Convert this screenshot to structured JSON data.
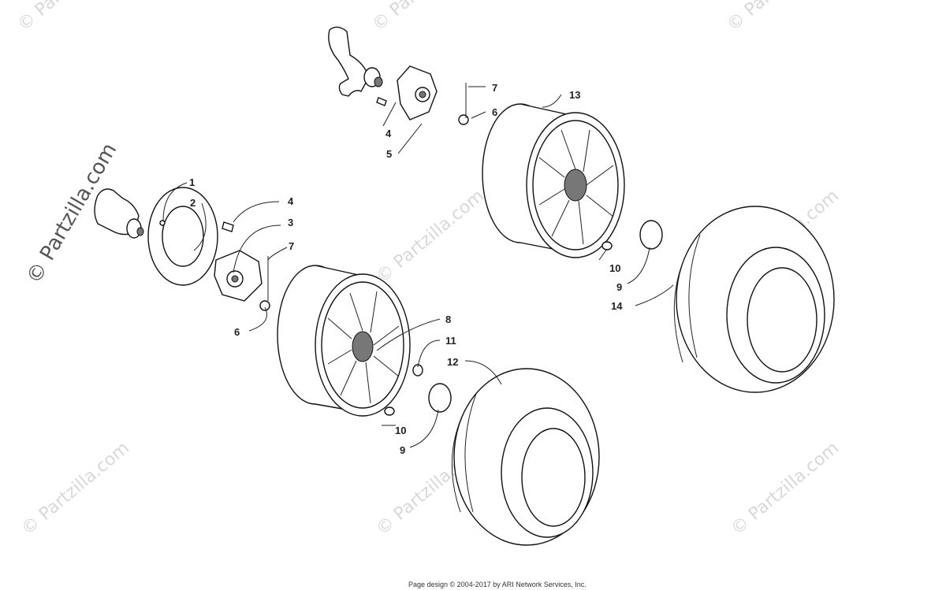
{
  "watermark": {
    "text": "© Partzilla.com",
    "main_text": "© Partzilla.com"
  },
  "footer": "Page design © 2004-2017 by ARI Network Services, Inc.",
  "callouts": {
    "c1": "1",
    "c2": "2",
    "c3": "3",
    "c4a": "4",
    "c4b": "4",
    "c5": "5",
    "c6a": "6",
    "c6b": "6",
    "c7a": "7",
    "c7b": "7",
    "c8": "8",
    "c9a": "9",
    "c9b": "9",
    "c10a": "10",
    "c10b": "10",
    "c11": "11",
    "c12": "12",
    "c13": "13",
    "c14": "14"
  }
}
